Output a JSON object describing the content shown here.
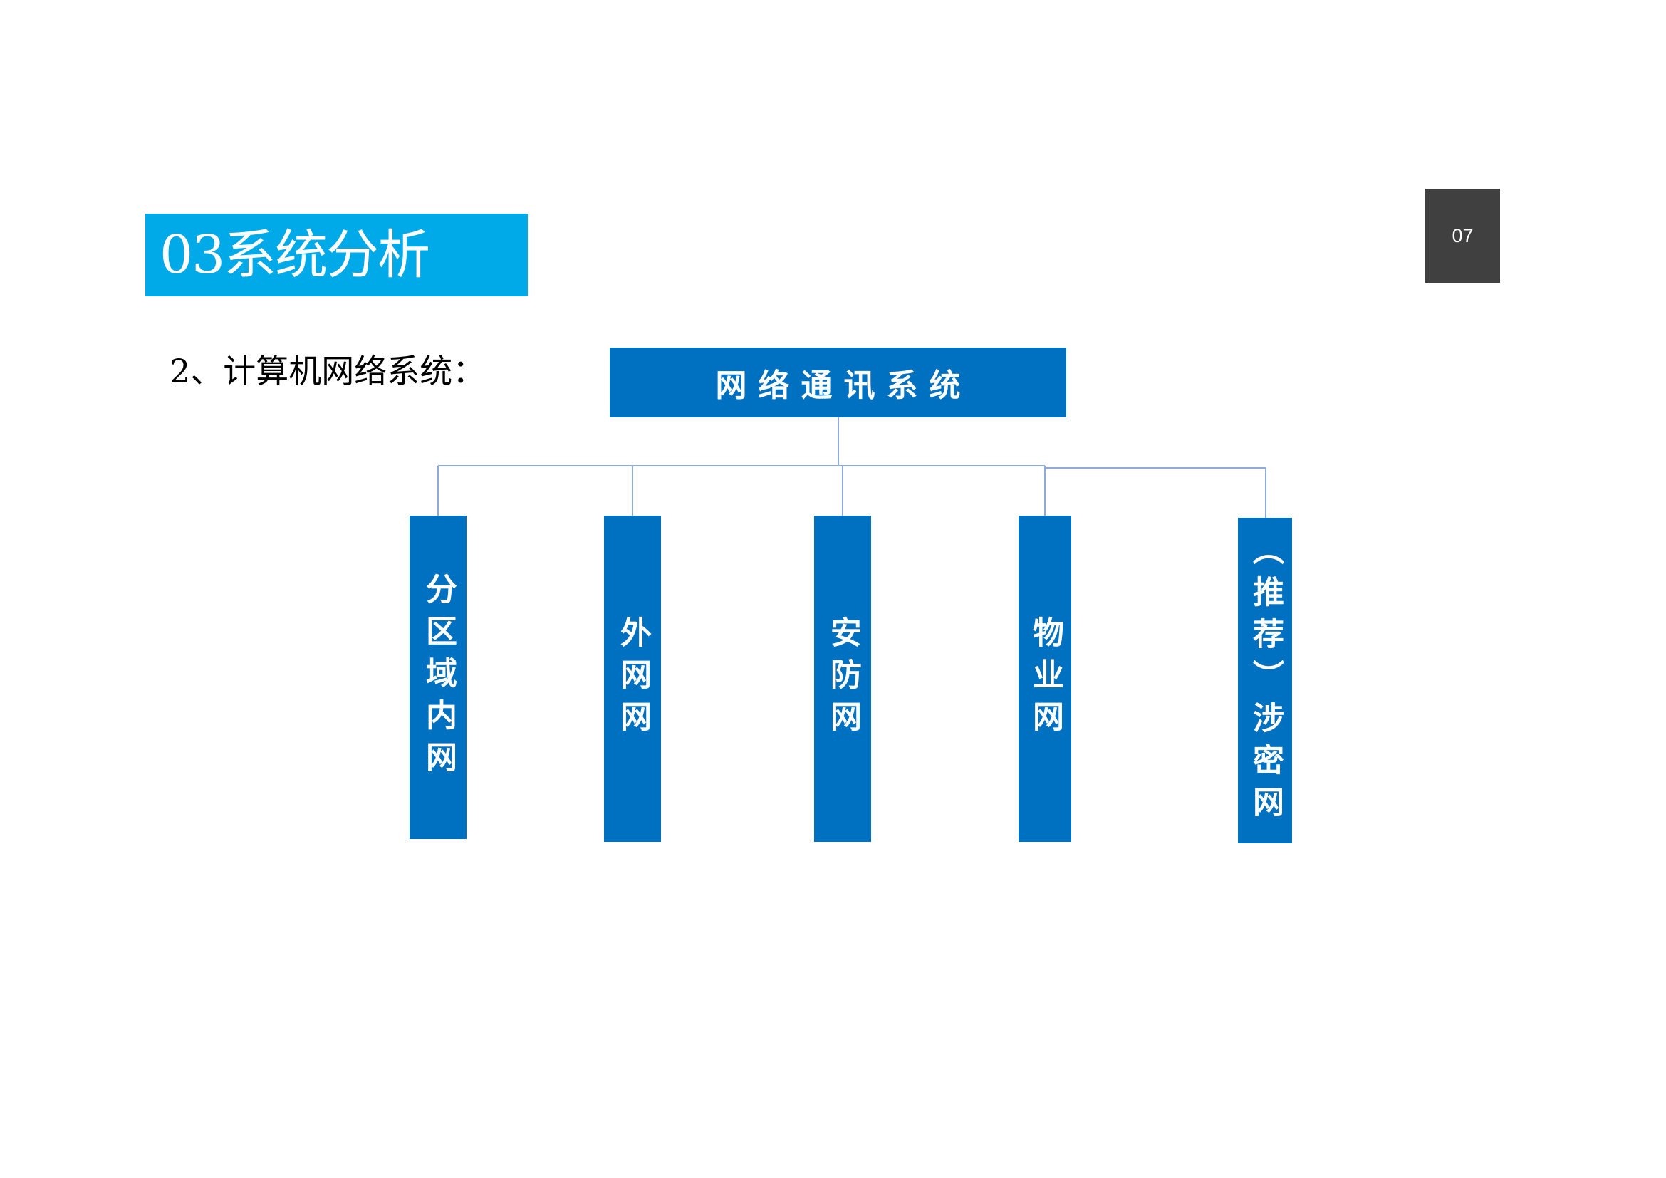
{
  "header": {
    "title": "03系统分析",
    "page_number": "07"
  },
  "section": {
    "heading": "2、计算机网络系统："
  },
  "diagram": {
    "root": "网络通讯系统",
    "children": [
      "分区域内网",
      "外网网",
      "安防网",
      "物业网",
      "（推荐）涉密网"
    ]
  },
  "colors": {
    "title_banner": "#00a9e8",
    "node_fill": "#0070c0",
    "page_badge": "#404040",
    "connector": "#8faadc"
  }
}
